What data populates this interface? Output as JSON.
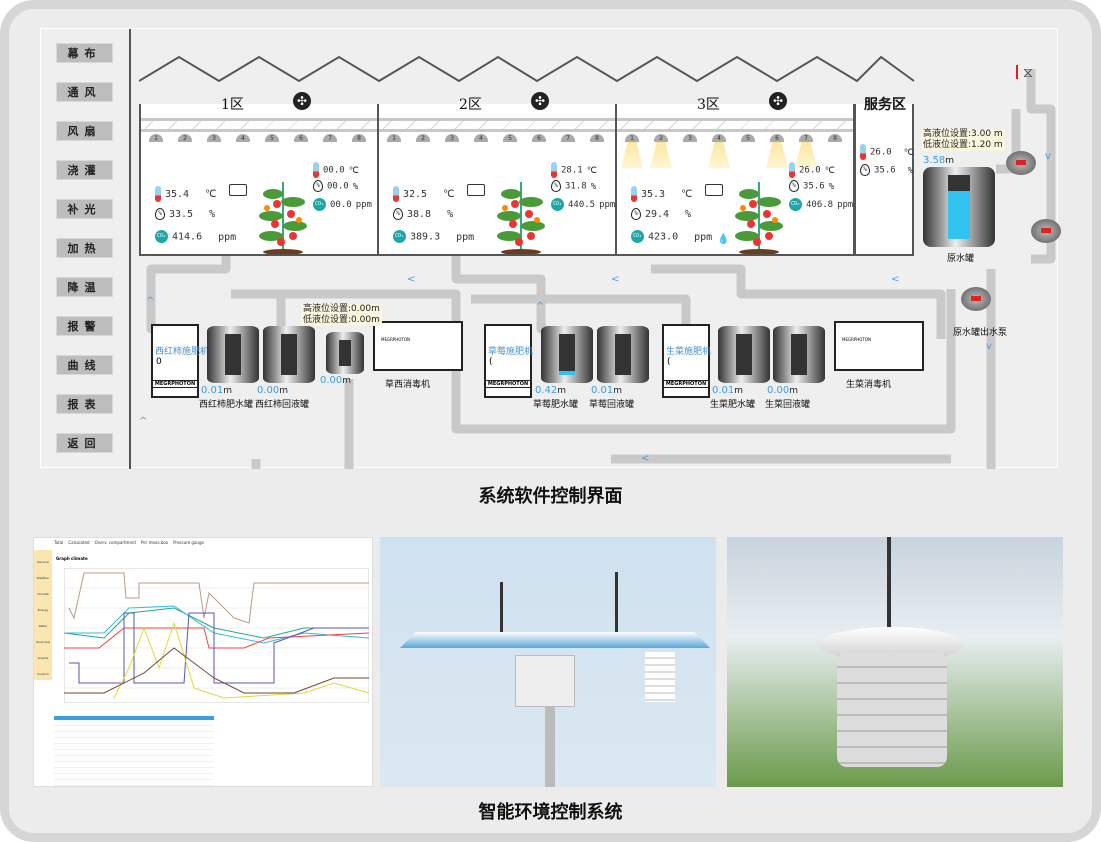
{
  "sidebar": {
    "items": [
      "幕布",
      "通风",
      "风扇",
      "浇灌",
      "补光",
      "加热",
      "降温",
      "报警",
      "曲线",
      "报表",
      "返回"
    ]
  },
  "zones": [
    {
      "label": "1区",
      "main": {
        "temp": "35.4",
        "hum": "33.5",
        "co2": "414.6"
      },
      "side": {
        "temp": "00.0",
        "hum": "00.0",
        "co2": "00.0"
      },
      "lights": false,
      "water": false
    },
    {
      "label": "2区",
      "main": {
        "temp": "32.5",
        "hum": "38.8",
        "co2": "389.3"
      },
      "side": {
        "temp": "28.1",
        "hum": "31.8",
        "co2": "440.5"
      },
      "lights": false,
      "water": false
    },
    {
      "label": "3区",
      "main": {
        "temp": "35.3",
        "hum": "29.4",
        "co2": "423.0"
      },
      "side": {
        "temp": "26.0",
        "hum": "35.6",
        "co2": "406.8"
      },
      "lights": true,
      "water": true
    }
  ],
  "units": {
    "temp": "℃",
    "hum": "%",
    "co2": "ppm",
    "m": "m"
  },
  "service": {
    "label": "服务区",
    "temp": "26.0",
    "hum": "35.6"
  },
  "machines": [
    {
      "name": "西红柿施肥机",
      "value": "0",
      "brand": "MEGRPHOTON"
    },
    {
      "name": "草莓施肥机",
      "value": "(",
      "brand": "MEGRPHOTON"
    },
    {
      "name": "生菜施肥机",
      "value": "(",
      "brand": "MEGRPHOTON"
    }
  ],
  "tanks": [
    {
      "label": "西红柿肥水罐",
      "level": "0.01",
      "fill": 0.0
    },
    {
      "label": "西红柿回液罐",
      "level": "0.00",
      "fill": 0.0
    },
    {
      "label": "",
      "level": "0.00",
      "fill": 0.0
    },
    {
      "label": "草莓肥水罐",
      "level": "0.42",
      "fill": 0.1
    },
    {
      "label": "草莓回液罐",
      "level": "0.01",
      "fill": 0.0
    },
    {
      "label": "生菜肥水罐",
      "level": "0.01",
      "fill": 0.0
    },
    {
      "label": "生菜回液罐",
      "level": "0.00",
      "fill": 0.0
    }
  ],
  "disinfectors": [
    {
      "label": "草西消毒机",
      "brand": "MEGRPHOTON"
    },
    {
      "label": "生菜消毒机",
      "brand": "MEGRPHOTON"
    }
  ],
  "note1": {
    "high": "高液位设置:0.00m",
    "low": "低液位设置:0.00m"
  },
  "raw": {
    "high": "高液位设置:3.00 m",
    "low": "低液位设置:1.20 m",
    "level": "3.58",
    "fill": 0.75,
    "label": "原水罐",
    "pump": "原水罐出水泵"
  },
  "captions": {
    "top": "系统软件控制界面",
    "bottom": "智能环境控制系统"
  },
  "software": {
    "tabs": [
      "Total",
      "Calculated",
      "Overv. compartment",
      "Per meas.box",
      "Pressure gauge"
    ],
    "title": "Graph climate",
    "nav": [
      "General",
      "Weather",
      "Climate",
      "Energy",
      "Water",
      "Overview",
      "Graphs",
      "Custom"
    ]
  }
}
